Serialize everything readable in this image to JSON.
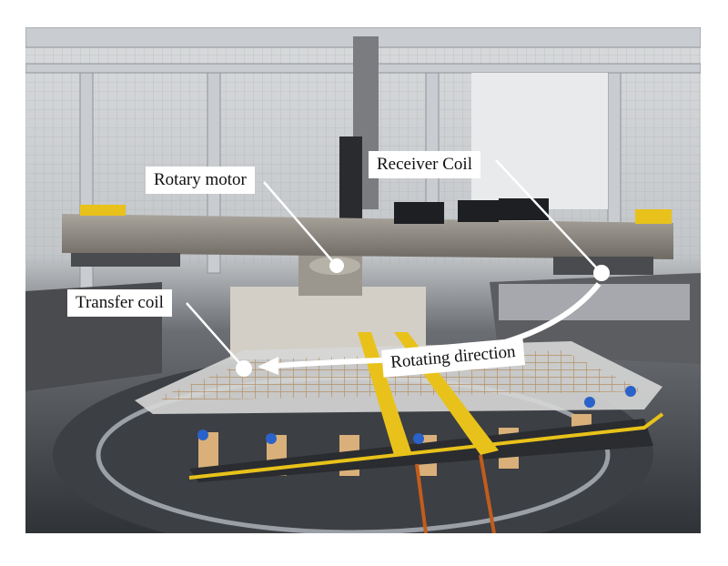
{
  "figure": {
    "labels": {
      "rotary_motor": "Rotary motor",
      "receiver_coil": "Receiver Coil",
      "transfer_coil": "Transfer coil",
      "rotating_direction": "Rotating direction"
    },
    "colors": {
      "frame": "#b9bdc2",
      "floor": "#3a3d42",
      "beam": "#8e8a82",
      "yellow": "#e8c21a",
      "wood": "#d9b07a",
      "annotation": "#ffffff"
    }
  }
}
